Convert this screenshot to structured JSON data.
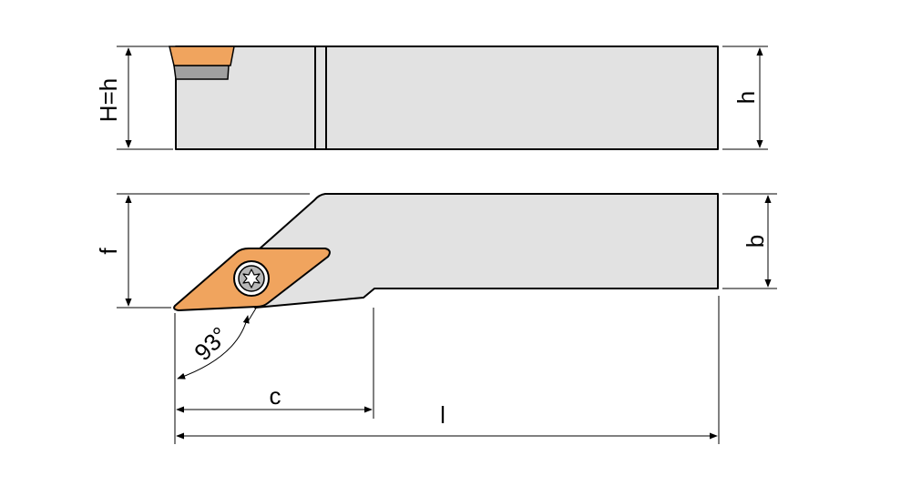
{
  "labels": {
    "H_eq_h": "H=h",
    "h": "h",
    "f": "f",
    "b": "b",
    "c": "c",
    "l": "l",
    "angle": "93°"
  },
  "colors": {
    "holder_fill": "#e2e2e2",
    "insert_orange": "#f0a45e",
    "shim_gray": "#a0a0a0",
    "outline": "#000000",
    "background": "#ffffff"
  },
  "icons": {
    "screw": "torx-screw-icon"
  }
}
